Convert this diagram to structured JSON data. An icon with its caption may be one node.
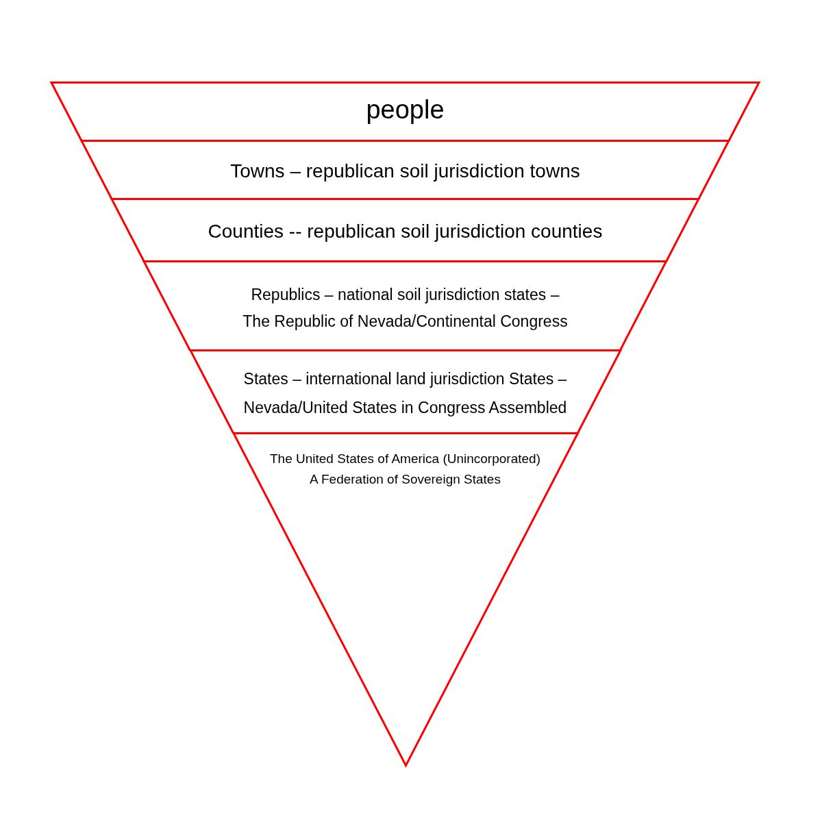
{
  "diagram": {
    "nodes": [
      {
        "text": [
          "people"
        ]
      },
      {
        "text": [
          "Towns – republican soil jurisdiction towns"
        ]
      },
      {
        "text": [
          "Counties -- republican soil jurisdiction counties"
        ]
      },
      {
        "text": [
          "Republics – national soil jurisdiction states – The Republic of Nevada/Continental Congress"
        ]
      },
      {
        "text": [
          "States – international land jurisdiction States – Nevada/United States in Congress Assembled"
        ]
      },
      {
        "text": [
          "The United States of America (Unincorporated) A Federation of Sovereign States"
        ]
      }
    ]
  }
}
